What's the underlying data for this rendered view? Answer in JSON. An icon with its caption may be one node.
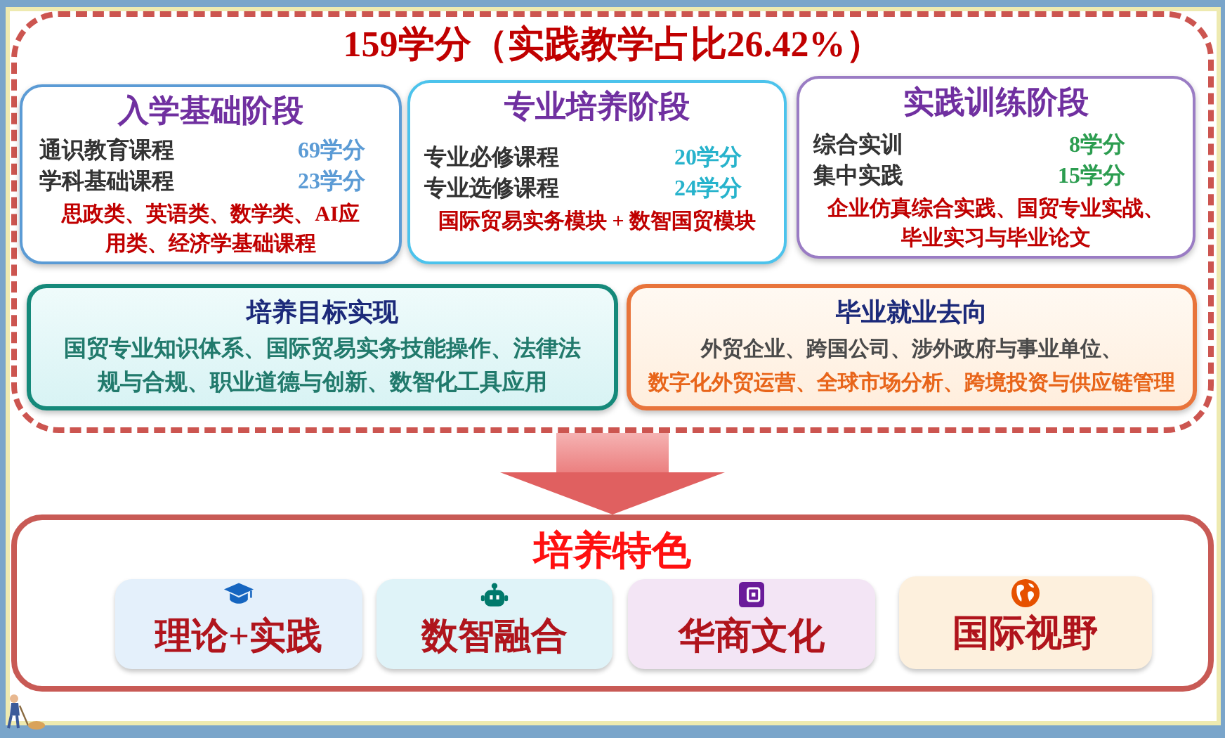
{
  "diagram": {
    "nodes": [
      {
        "text": [
          "159学分（实践教学占比26.42%）"
        ]
      },
      {
        "text": [
          "入学基础阶段",
          "通识教育课程",
          "69学分",
          "学科基础课程",
          "23学分",
          "思政类、英语类、数学类、AI应用类、经济学基础课程"
        ],
        "in": 0
      },
      {
        "text": [
          "专业培养阶段",
          "专业必修课程",
          "20学分",
          "专业选修课程",
          "24学分",
          "国际贸易实务模块 + 数智国贸模块"
        ],
        "in": 0
      },
      {
        "text": [
          "实践训练阶段",
          "综合实训",
          "8学分",
          "集中实践",
          "15学分",
          "企业仿真综合实践、国贸专业实战、毕业实习与毕业论文"
        ],
        "in": 0
      },
      {
        "text": [
          "培养目标实现",
          "国贸专业知识体系、国际贸易实务技能操作、法律法规与合规、职业道德与创新、数智化工具应用"
        ],
        "in": 0
      },
      {
        "text": [
          "毕业就业去向",
          "外贸企业、跨国公司、涉外政府与事业单位、",
          "数字化外贸运营、全球市场分析、跨境投资与供应链管理"
        ],
        "in": 0
      },
      {
        "text": [
          "培养特色"
        ]
      },
      {
        "text": [
          "理论+实践"
        ],
        "in": 6
      },
      {
        "text": [
          "数智融合"
        ],
        "in": 6
      },
      {
        "text": [
          "华商文化"
        ],
        "in": 6
      },
      {
        "text": [
          "国际视野"
        ],
        "in": 6
      }
    ],
    "edges": [
      {
        "from": 0,
        "to": 6,
        "arrow": "to"
      }
    ]
  }
}
